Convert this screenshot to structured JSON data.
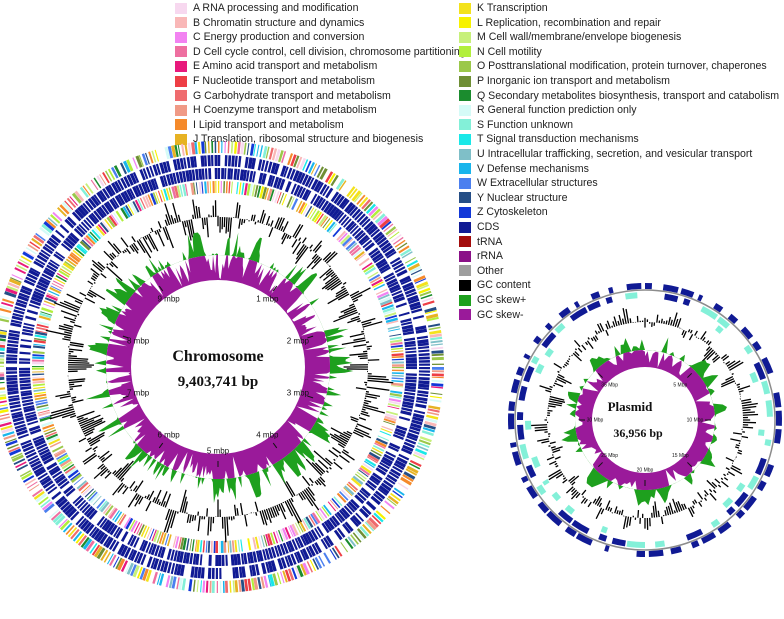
{
  "legend": {
    "items": [
      {
        "label": "A RNA processing and modification",
        "color": "#f7d8ef"
      },
      {
        "label": "B Chromatin structure and dynamics",
        "color": "#f9b7b7"
      },
      {
        "label": "C Energy production and conversion",
        "color": "#f282f1"
      },
      {
        "label": "D Cell cycle control, cell division, chromosome partitioning",
        "color": "#ee6fa0"
      },
      {
        "label": "E Amino acid transport and metabolism",
        "color": "#e8197c"
      },
      {
        "label": "F Nucleotide transport and metabolism",
        "color": "#ee3e45"
      },
      {
        "label": "G Carbohydrate transport and metabolism",
        "color": "#ef6b6e"
      },
      {
        "label": "H Coenzyme transport and metabolism",
        "color": "#f09a86"
      },
      {
        "label": "I Lipid transport and metabolism",
        "color": "#f58a2b"
      },
      {
        "label": "J Translation, ribosomal structure and biogenesis",
        "color": "#e7b223"
      },
      {
        "label": "K Transcription",
        "color": "#f3e21c"
      },
      {
        "label": "L Replication, recombination and repair",
        "color": "#f7f200"
      },
      {
        "label": "M Cell wall/membrane/envelope biogenesis",
        "color": "#c7f07a"
      },
      {
        "label": "N Cell motility",
        "color": "#b2ef3c"
      },
      {
        "label": "O Posttranslational modification, protein turnover, chaperones",
        "color": "#9bc84a"
      },
      {
        "label": "P Inorganic ion transport and metabolism",
        "color": "#6f8f35"
      },
      {
        "label": "Q Secondary metabolites biosynthesis, transport and catabolism",
        "color": "#1b8c2e"
      },
      {
        "label": "R General function prediction only",
        "color": "#d5fbf7"
      },
      {
        "label": "S Function unknown",
        "color": "#83f0d8"
      },
      {
        "label": "T Signal transduction mechanisms",
        "color": "#19e8e8"
      },
      {
        "label": "U Intracellular trafficking, secretion, and vesicular transport",
        "color": "#7fbfc8"
      },
      {
        "label": "V Defense mechanisms",
        "color": "#19b5ec"
      },
      {
        "label": "W Extracellular structures",
        "color": "#4b7fef"
      },
      {
        "label": "Y Nuclear structure",
        "color": "#254e86"
      },
      {
        "label": "Z Cytoskeleton",
        "color": "#1238d8"
      },
      {
        "label": "CDS",
        "color": "#101a94"
      },
      {
        "label": "tRNA",
        "color": "#a30c0c"
      },
      {
        "label": "rRNA",
        "color": "#8a1087"
      },
      {
        "label": "Other",
        "color": "#9e9e9e"
      },
      {
        "label": "GC content",
        "color": "#000000"
      },
      {
        "label": "GC skew+",
        "color": "#1ea01e"
      },
      {
        "label": "GC skew-",
        "color": "#9a1a9a"
      }
    ]
  },
  "chromosome": {
    "title": "Chromosome",
    "size": "9,403,741 bp",
    "ticks": [
      "1 mbp",
      "2 mbp",
      "3 mbp",
      "4 mbp",
      "5 mbp",
      "6 mbp",
      "7 mbp",
      "8 mbp",
      "9 mbp"
    ]
  },
  "plasmid": {
    "title": "Plasmid",
    "size": "36,956 bp",
    "ticks": [
      "5 Mbp",
      "10 Mbp",
      "15 Mbp",
      "20 Mbp",
      "25 Mbp",
      "30 Mbp",
      "35 Mbp"
    ]
  },
  "colors": {
    "cds": "#101a94",
    "gc_content": "#000000",
    "gc_skew_pos": "#1ea01e",
    "gc_skew_neg": "#9a1a9a",
    "backbone": "#8c8c8c"
  }
}
